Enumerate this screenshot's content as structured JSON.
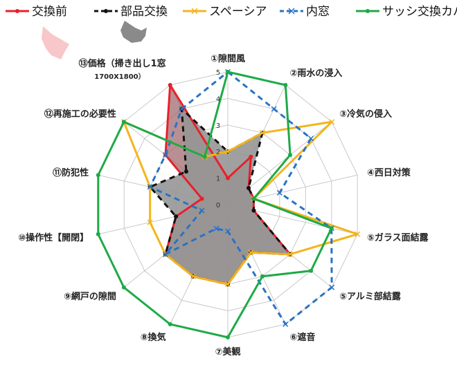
{
  "chart_data": {
    "type": "radar",
    "title": "",
    "axes": [
      [
        "①隙間風"
      ],
      [
        "②雨水の浸入"
      ],
      [
        "③冷気の侵入"
      ],
      [
        "④西日対策"
      ],
      [
        "⑤ガラス面結露"
      ],
      [
        "⑤アルミ部結露"
      ],
      [
        "⑥遮音"
      ],
      [
        "⑦美観"
      ],
      [
        "⑧換気"
      ],
      [
        "⑨網戸の隙間"
      ],
      [
        "⑩操作性【開閉】"
      ],
      [
        "⑪防犯性"
      ],
      [
        "⑫再施工の必要性"
      ],
      [
        "⑬価格（掃き出し1窓",
        "1700X1800）"
      ]
    ],
    "rlim": [
      0,
      5
    ],
    "ticks": [
      0,
      1,
      2,
      3,
      4,
      5
    ],
    "grid": true,
    "legend_position": "top",
    "series": [
      {
        "name": "交換前",
        "color": "#e8202a",
        "dash": "solid",
        "marker": "o",
        "fill": "rgba(160,105,110,0.75)",
        "values": [
          1,
          2,
          1,
          1,
          1,
          3,
          2,
          3,
          3,
          3,
          2,
          1,
          3,
          5
        ]
      },
      {
        "name": "部品交換",
        "color": "#111111",
        "dash": "dash",
        "marker": "o",
        "fill": "rgba(150,150,150,0.9)",
        "values": [
          2,
          3,
          1,
          1,
          1,
          3,
          2,
          3,
          3,
          3,
          2,
          3,
          2,
          4
        ]
      },
      {
        "name": "スペーシア",
        "color": "#f2b51c",
        "dash": "solid",
        "marker": "x",
        "fill": "none",
        "values": [
          2,
          3,
          5,
          1,
          5,
          3,
          2,
          3,
          3,
          3,
          3,
          3,
          5,
          2
        ]
      },
      {
        "name": "内窓",
        "color": "#2a72c4",
        "dash": "dash",
        "marker": "x",
        "fill": "none",
        "values": [
          5,
          4,
          4,
          2,
          4,
          5,
          5,
          1,
          1,
          3,
          1,
          3,
          3,
          4
        ]
      },
      {
        "name": "サッシ交換カバー",
        "color": "#1daa47",
        "dash": "solid",
        "marker": "o",
        "fill": "none",
        "values": [
          5,
          5,
          3,
          1,
          4,
          4,
          3,
          5,
          5,
          5,
          5,
          5,
          5,
          2
        ]
      }
    ]
  }
}
